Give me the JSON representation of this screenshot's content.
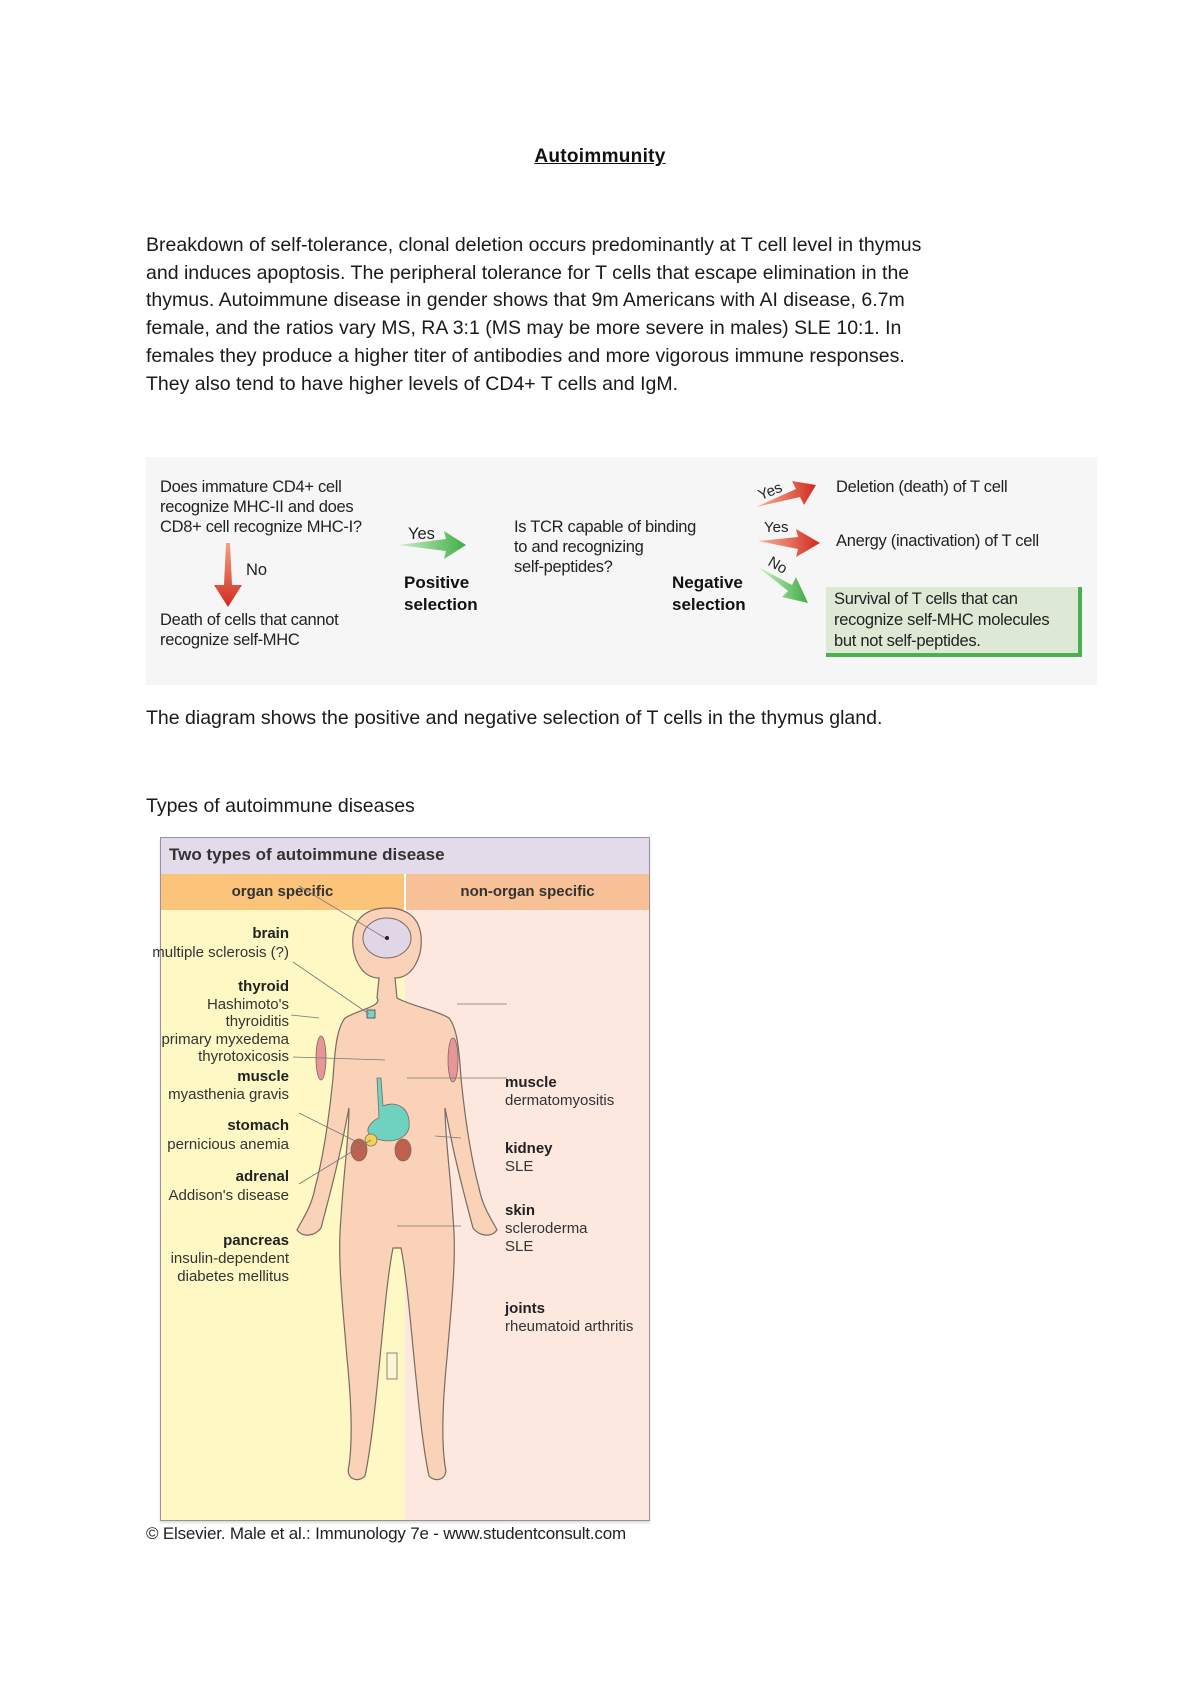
{
  "document": {
    "title": "Autoimmunity",
    "paragraph_lines": [
      "Breakdown of self-tolerance, clonal deletion occurs predominantly at T cell level in thymus",
      "and induces apoptosis. The peripheral tolerance for T cells that escape elimination in the",
      "thymus. Autoimmune disease in gender shows that 9m Americans with AI disease, 6.7m",
      "female, and the ratios vary MS, RA 3:1 (MS may be more severe in males) SLE 10:1. In",
      "females they produce a higher titer of antibodies and more vigorous immune responses.",
      "They also tend to have higher levels of CD4+ T cells and IgM."
    ],
    "diagram_caption": "The diagram shows the positive and negative selection of T cells in the thymus gland.",
    "section_heading": "Types of autoimmune diseases",
    "figure_credit": "© Elsevier. Male et al.: Immunology 7e - www.studentconsult.com"
  },
  "selection_diagram": {
    "question1_lines": [
      "Does immature CD4+ cell",
      "recognize MHC-II and does",
      "CD8+ cell recognize MHC-I?"
    ],
    "no_label": "No",
    "death_lines": [
      "Death of cells that cannot",
      "recognize self-MHC"
    ],
    "yes_label": "Yes",
    "positive_lines": [
      "Positive",
      "selection"
    ],
    "question2_lines": [
      "Is TCR capable of binding",
      "to and recognizing",
      "self-peptides?"
    ],
    "negative_lines": [
      "Negative",
      "selection"
    ],
    "branch_yes1": "Yes",
    "branch_yes2": "Yes",
    "branch_no": "No",
    "outcome_deletion": "Deletion (death) of T cell",
    "outcome_anergy": "Anergy (inactivation) of T cell",
    "survival_lines": [
      "Survival of T cells that can",
      "recognize self-MHC molecules",
      "but not self-peptides."
    ],
    "colors": {
      "red_arrow": "#d8362a",
      "green_arrow": "#4caf50",
      "panel_bg": "#f6f6f6",
      "survival_bg": "#dde8d5"
    }
  },
  "autoimmune_figure": {
    "title": "Two types of autoimmune disease",
    "column_left": "organ specific",
    "column_right": "non-organ specific",
    "organ_specific": [
      {
        "organ": "brain",
        "diseases": [
          "multiple sclerosis (?)"
        ]
      },
      {
        "organ": "thyroid",
        "diseases": [
          "Hashimoto's",
          "thyroiditis",
          "primary myxedema",
          "thyrotoxicosis"
        ]
      },
      {
        "organ": "muscle",
        "diseases": [
          "myasthenia gravis"
        ]
      },
      {
        "organ": "stomach",
        "diseases": [
          "pernicious anemia"
        ]
      },
      {
        "organ": "adrenal",
        "diseases": [
          "Addison's disease"
        ]
      },
      {
        "organ": "pancreas",
        "diseases": [
          "insulin-dependent",
          "diabetes mellitus"
        ]
      }
    ],
    "non_organ_specific": [
      {
        "organ": "muscle",
        "diseases": [
          "dermatomyositis"
        ]
      },
      {
        "organ": "kidney",
        "diseases": [
          "SLE"
        ]
      },
      {
        "organ": "skin",
        "diseases": [
          "scleroderma",
          "SLE"
        ]
      },
      {
        "organ": "joints",
        "diseases": [
          "rheumatoid arthritis"
        ]
      }
    ],
    "colors": {
      "title_bg": "#e3daea",
      "left_header": "#fbc47a",
      "right_header": "#f8c096",
      "left_bg": "#fdf8c4",
      "right_bg": "#fde8e0",
      "body": "#f9d2b8"
    }
  }
}
